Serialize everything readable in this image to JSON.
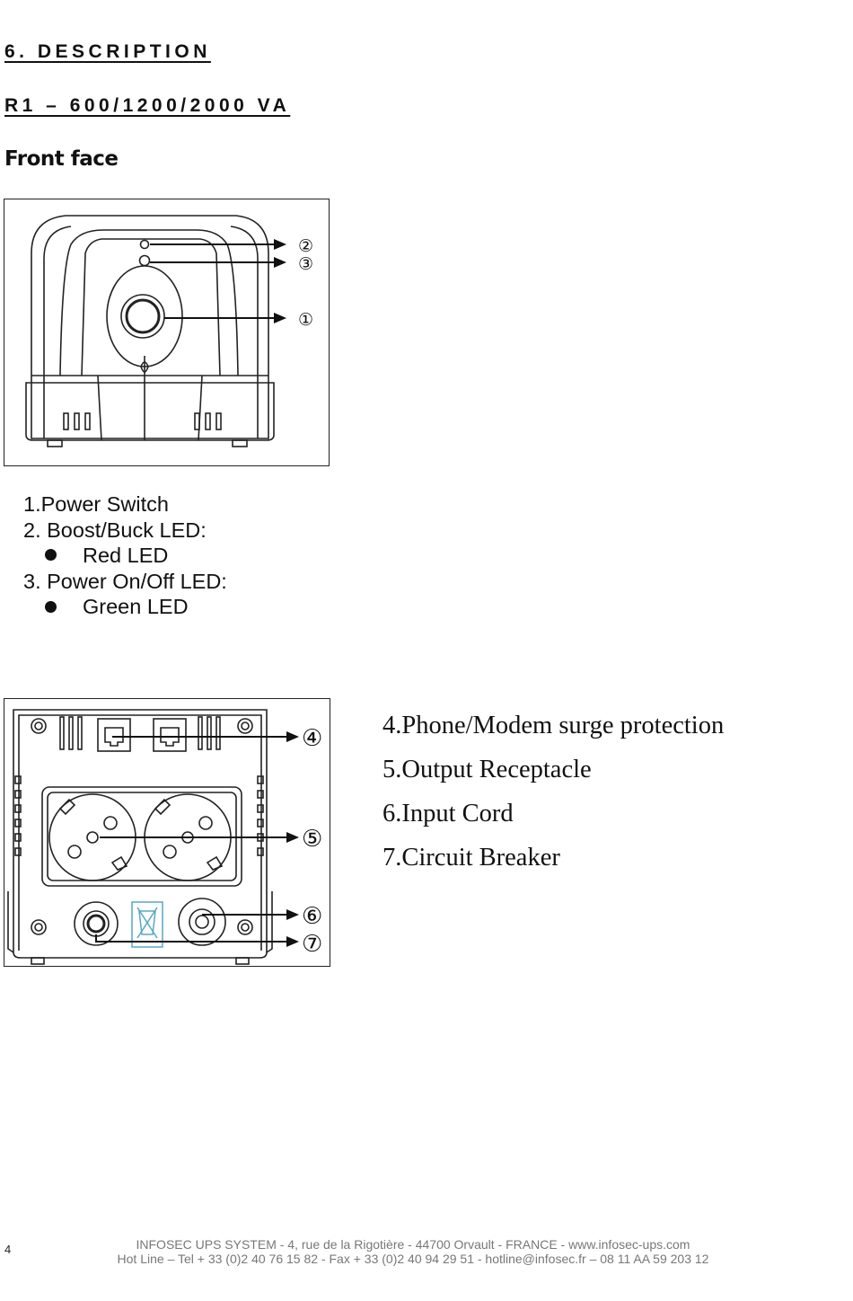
{
  "headings": {
    "section": "6. DESCRIPTION",
    "model": "R1 – 600/1200/2000 VA",
    "front_face": "Front face"
  },
  "front_figure": {
    "callouts": [
      "②",
      "③",
      "①"
    ]
  },
  "front_items": {
    "item1": "1.Power Switch",
    "item2": "2. Boost/Buck LED:",
    "item2_bullet": "Red LED",
    "item3": "3. Power On/Off LED:",
    "item3_bullet": "Green LED"
  },
  "rear_figure": {
    "callouts": [
      "④",
      "⑤",
      "⑥",
      "⑦"
    ]
  },
  "rear_items": [
    "4.Phone/Modem surge protection",
    "5.Output Receptacle",
    "6.Input Cord",
    "7.Circuit Breaker"
  ],
  "footer": {
    "page_number": "4",
    "line1": "INFOSEC UPS SYSTEM - 4, rue de la Rigotière - 44700 Orvault - FRANCE -  www.infosec-ups.com",
    "line2": "Hot Line – Tel + 33 (0)2 40 76 15 82 - Fax + 33 (0)2 40 94 29 51 - hotline@infosec.fr – 08 11 AA 59 203 12"
  }
}
